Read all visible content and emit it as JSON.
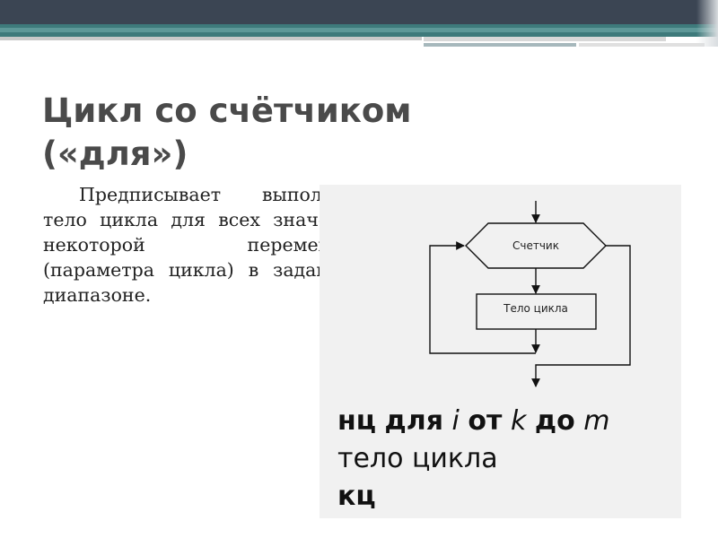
{
  "slide": {
    "title_line1": "Цикл со счётчиком",
    "title_line2": "(«для»)",
    "body_text": "Предписывает выполнять тело цикла для всех значений некоторой переменной (параметра цикла) в заданном диапазоне."
  },
  "flowchart": {
    "counter_label": "Счетчик",
    "body_label": "Тело цикла"
  },
  "code": {
    "kw_start": "нц",
    "kw_for": "для",
    "var_i": "i",
    "kw_from": "от",
    "var_k": "k",
    "kw_to": "до",
    "var_m": "m",
    "body_line": "тело цикла",
    "kw_end": "кц"
  },
  "colors": {
    "top_bar": "#3b4553",
    "accent_teal": "#3e7a7b",
    "title": "#4a4a4a",
    "panel": "#f1f1f1"
  }
}
